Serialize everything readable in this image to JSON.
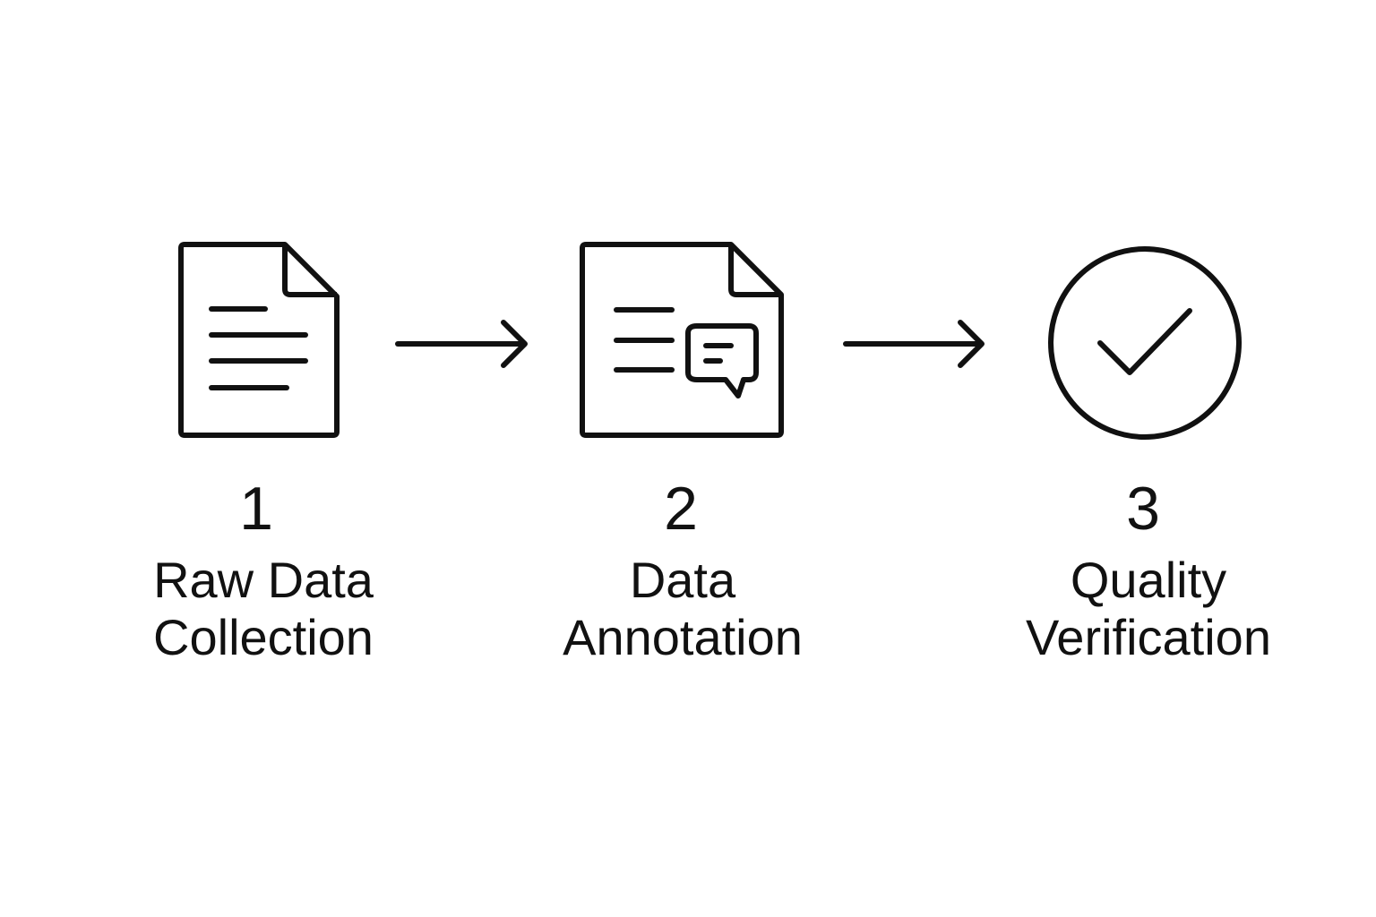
{
  "diagram": {
    "colors": {
      "stroke": "#111111",
      "background": "#ffffff"
    },
    "steps": [
      {
        "number": "1",
        "label_line1": "Raw Data",
        "label_line2": "Collection",
        "icon": "document-icon"
      },
      {
        "number": "2",
        "label_line1": "Data",
        "label_line2": "Annotation",
        "icon": "annotated-document-icon"
      },
      {
        "number": "3",
        "label_line1": "Quality",
        "label_line2": "Verification",
        "icon": "check-circle-icon"
      }
    ],
    "connectors": [
      {
        "from": "1",
        "to": "2",
        "icon": "arrow-right-icon"
      },
      {
        "from": "2",
        "to": "3",
        "icon": "arrow-right-icon"
      }
    ]
  }
}
